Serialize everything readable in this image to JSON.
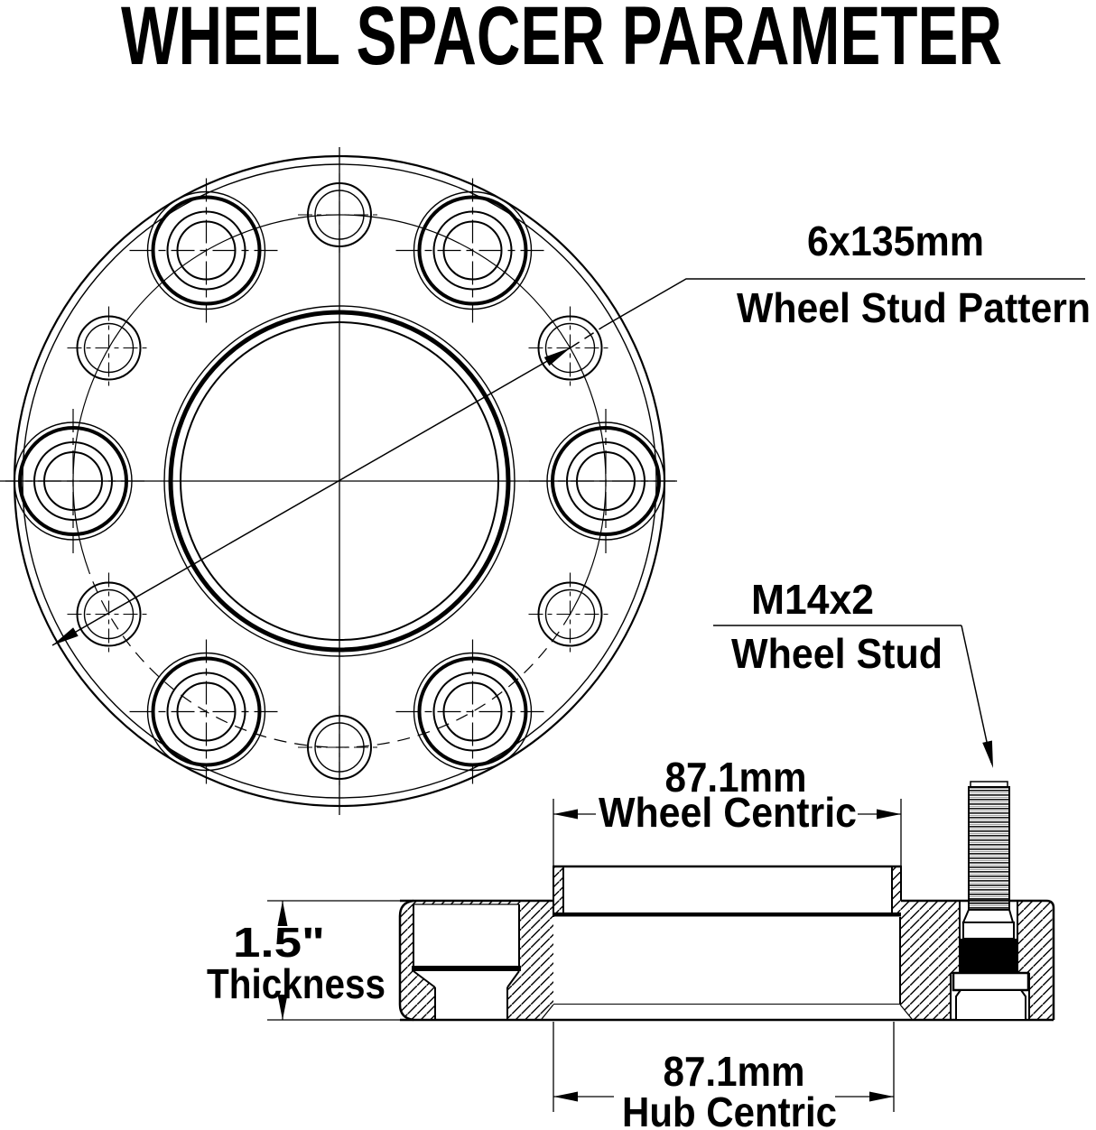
{
  "title": "WHEEL SPACER PARAMETER",
  "front_view": {
    "bolt_pattern": {
      "value": "6x135mm",
      "label": "Wheel Stud Pattern"
    }
  },
  "stud_callout": {
    "value": "M14x2",
    "label": "Wheel Stud"
  },
  "section_view": {
    "wheel_centric": {
      "value": "87.1mm",
      "label": "Wheel Centric"
    },
    "thickness": {
      "value": "1.5\"",
      "label": "Thickness"
    },
    "hub_centric": {
      "value": "87.1mm",
      "label": "Hub Centric"
    }
  },
  "colors": {
    "ink": "#000000",
    "paper": "#ffffff"
  }
}
